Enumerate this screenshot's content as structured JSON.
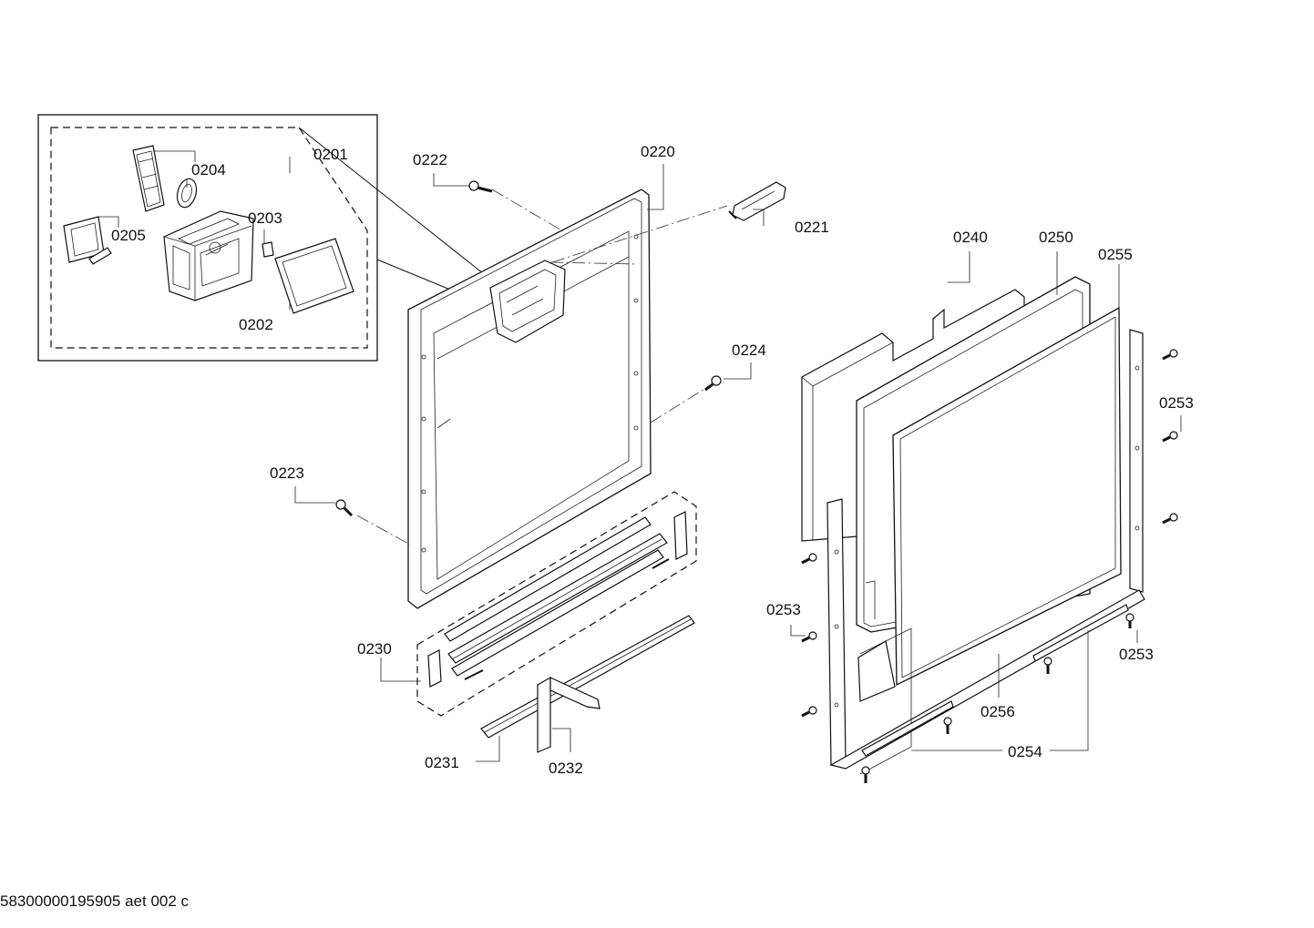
{
  "labels": {
    "p0201": "0201",
    "p0202": "0202",
    "p0203": "0203",
    "p0204": "0204",
    "p0205": "0205",
    "p0220": "0220",
    "p0221": "0221",
    "p0222": "0222",
    "p0223": "0223",
    "p0224": "0224",
    "p0230": "0230",
    "p0231": "0231",
    "p0232": "0232",
    "p0240": "0240",
    "p0250": "0250",
    "p0253a": "0253",
    "p0253b": "0253",
    "p0253c": "0253",
    "p0254": "0254",
    "p0255": "0255",
    "p0256": "0256"
  },
  "footer": "58300000195905 aet 002 c"
}
